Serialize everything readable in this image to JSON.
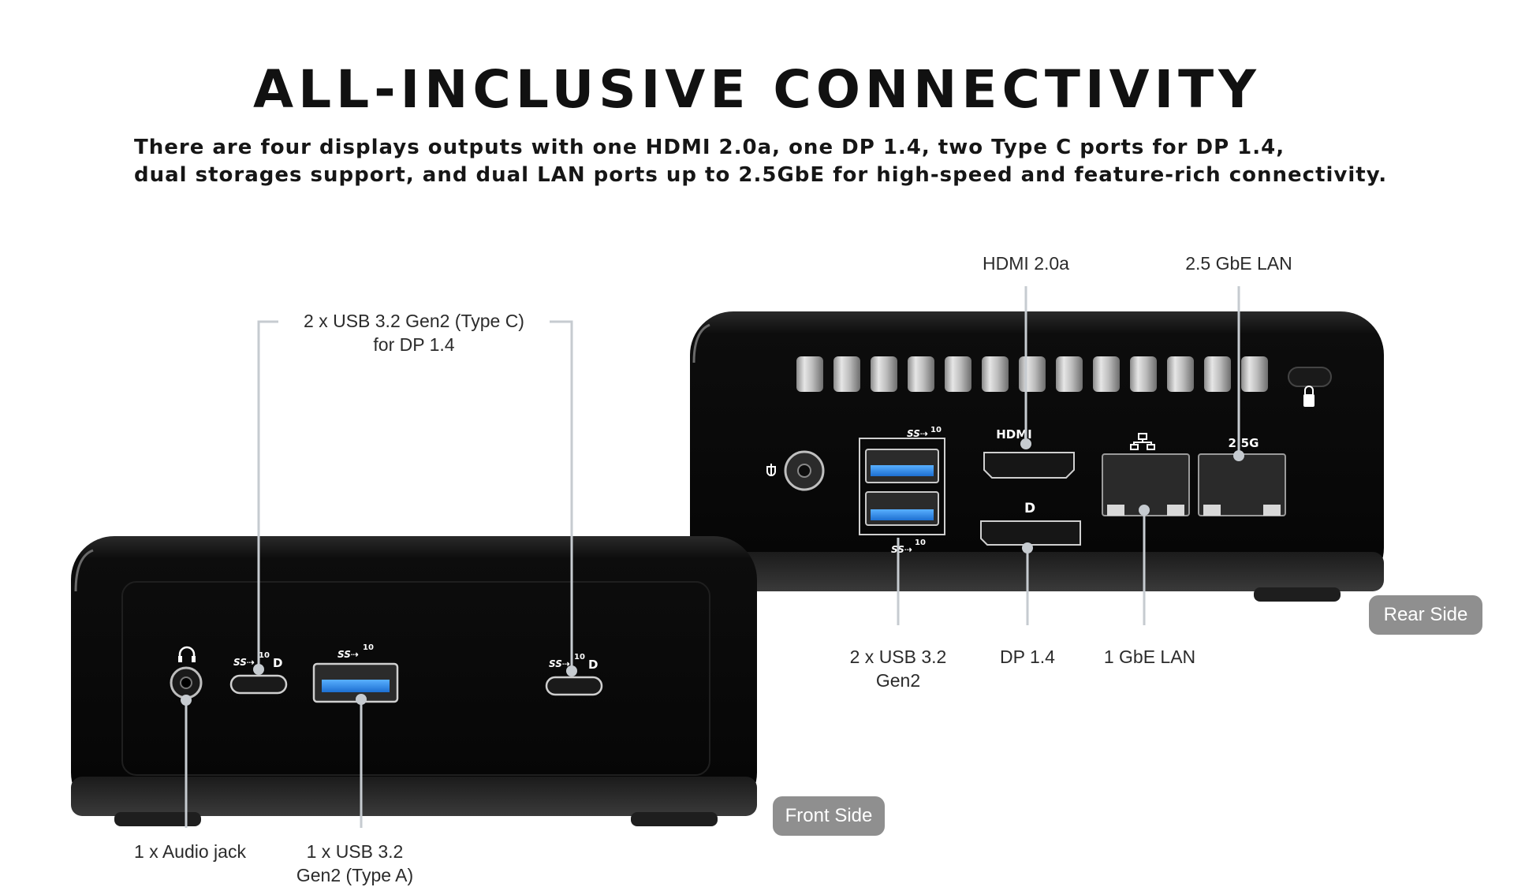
{
  "header": {
    "title": "ALL-INCLUSIVE CONNECTIVITY",
    "description_line1": "There are four displays outputs with one HDMI 2.0a, one DP 1.4, two Type C ports for DP 1.4,",
    "description_line2": "dual storages support, and dual LAN ports up to 2.5GbE for high-speed and feature-rich connectivity."
  },
  "rear_side": {
    "badge": "Rear Side",
    "port_labels": {
      "hdmi": "HDMI 2.0a",
      "lan_25": "2.5 GbE LAN",
      "usb_line1": "2 x USB 3.2",
      "usb_line2": "Gen2",
      "dp": "DP 1.4",
      "lan_1": "1 GbE LAN"
    },
    "port_markings": {
      "hdmi": "HDMI",
      "lan_25": "2.5G",
      "usb_speed": "10"
    }
  },
  "front_side": {
    "badge": "Front Side",
    "port_labels": {
      "typec_line1": "2 x USB 3.2 Gen2 (Type C)",
      "typec_line2": "for DP 1.4",
      "audio": "1 x Audio jack",
      "usba_line1": "1 x USB 3.2",
      "usba_line2": "Gen2 (Type A)"
    },
    "port_markings": {
      "usb_speed": "10"
    }
  },
  "icons": [
    "power-dc-in-icon",
    "network-icon",
    "kensington-lock-icon",
    "headphone-icon",
    "displayport-icon",
    "superspeed-usb-icon"
  ],
  "colors": {
    "device_body": "#0b0b0b",
    "usb_blue": "#2f8fe6",
    "callout_line": "#c6cbd0",
    "badge_gray": "#8f8f8f",
    "text_dark": "#111111"
  }
}
